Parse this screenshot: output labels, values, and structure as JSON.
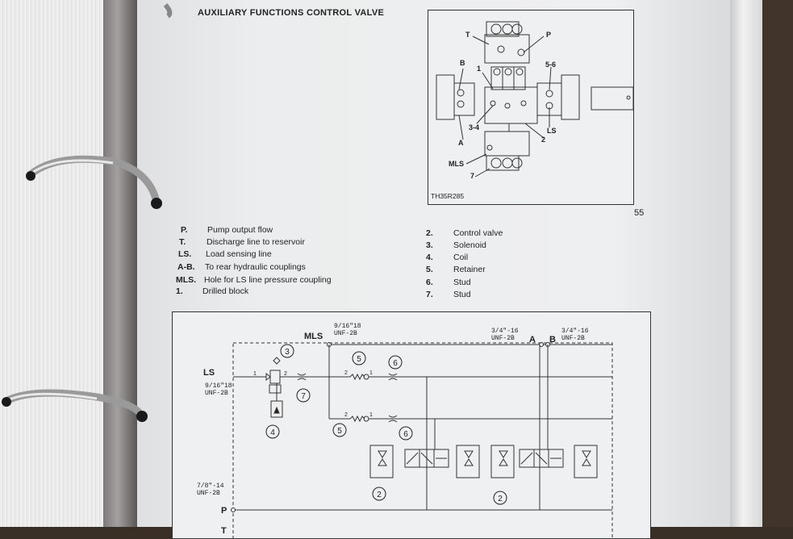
{
  "page": {
    "title": "AUXILIARY FUNCTIONS CONTROL VALVE",
    "page_number": "55"
  },
  "figure_top": {
    "caption": "TH35R285",
    "labels": {
      "T": "T",
      "P": "P",
      "B": "B",
      "one": "1",
      "five_six": "5-6",
      "three_four": "3-4",
      "LS": "LS",
      "A": "A",
      "two": "2",
      "MLS": "MLS",
      "seven": "7"
    }
  },
  "legend_left": [
    {
      "key": "P.",
      "text": "Pump output flow"
    },
    {
      "key": "T.",
      "text": "Discharge line to reservoir"
    },
    {
      "key": "LS.",
      "text": "Load sensing line"
    },
    {
      "key": "A-B.",
      "text": "To rear hydraulic couplings"
    },
    {
      "key": "MLS.",
      "text": "Hole for LS line pressure coupling"
    },
    {
      "key": "1.",
      "text": "Drilled block"
    }
  ],
  "legend_right": [
    {
      "key": "2.",
      "text": "Control valve"
    },
    {
      "key": "3.",
      "text": "Solenoid"
    },
    {
      "key": "4.",
      "text": "Coil"
    },
    {
      "key": "5.",
      "text": "Retainer"
    },
    {
      "key": "6.",
      "text": "Stud"
    },
    {
      "key": "7.",
      "text": "Stud"
    }
  ],
  "schematic": {
    "mls_label": "MLS",
    "mls_thread_1": "9/16\"18",
    "mls_thread_2": "UNF-2B",
    "ls_label": "LS",
    "ls_thread_1": "9/16\"18",
    "ls_thread_2": "UNF-2B",
    "a_thread_1": "3/4\"-16",
    "a_thread_2": "UNF-2B",
    "b_thread_1": "3/4\"-16",
    "b_thread_2": "UNF-2B",
    "a_label": "A",
    "b_label": "B",
    "p_thread_1": "7/8\"-14",
    "p_thread_2": "UNF-2B",
    "p_label": "P",
    "t_label": "T",
    "circle_3": "3",
    "circle_4": "4",
    "circle_5a": "5",
    "circle_5b": "5",
    "circle_6a": "6",
    "circle_6b": "6",
    "circle_7": "7",
    "circle_2a": "2",
    "circle_2b": "2",
    "port_1": "1",
    "port_2": "2"
  }
}
